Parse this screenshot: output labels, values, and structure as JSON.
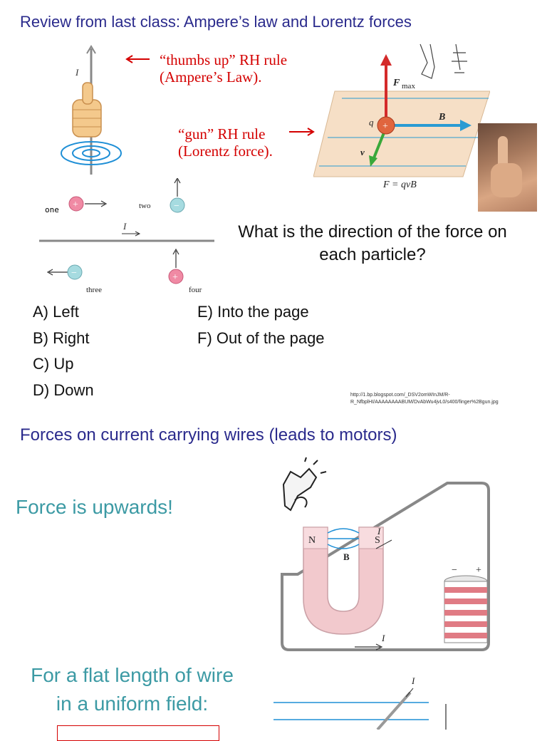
{
  "slide1": {
    "title": "Review from last class:  Ampere’s law and Lorentz forces",
    "ampere_line1": "“thumbs up” RH rule",
    "ampere_line2": "(Ampere’s Law).",
    "gun_line1": "“gun” RH rule",
    "gun_line2": "(Lorentz force).",
    "fig_current_label": "I",
    "lorentz": {
      "fmax_label": "F",
      "fmax_sub": "max",
      "b_label": "B",
      "q_label": "q",
      "v_label": "v",
      "formula": "F = qvB"
    },
    "particles": {
      "one": "one",
      "two": "two",
      "three": "three",
      "four": "four",
      "plus": "+",
      "minus": "−",
      "current": "I"
    },
    "question": "What is the direction of the force on each particle?",
    "options_left": [
      "A)  Left",
      "B)  Right",
      "C)  Up",
      "D)  Down"
    ],
    "options_right": [
      "E)  Into the page",
      "F) Out of the page"
    ],
    "source_line1": "http://1.bp.blogspot.com/_DSV2omWInJM/R-",
    "source_line2": "R_NfbplHI/AAAAAAAABUM/DvAbWu4jvL0/s400/finger%2Bgun.jpg"
  },
  "slide2": {
    "title": "Forces on current carrying wires (leads to motors)",
    "answer": "Force is upwards!",
    "sub_line1": "For a flat length of wire",
    "sub_line2": "in a uniform field:",
    "magnet": {
      "n": "N",
      "s": "S",
      "b": "B",
      "i_top": "I",
      "i_bottom": "I",
      "minus": "−",
      "plus": "+"
    },
    "wire_i": "I"
  }
}
